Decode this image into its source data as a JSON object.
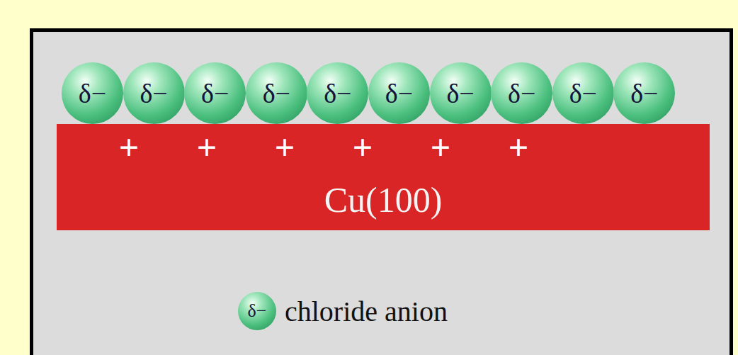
{
  "diagram": {
    "nodes": [
      {
        "text": [
          "δ−"
        ]
      },
      {
        "text": [
          "δ−"
        ]
      },
      {
        "text": [
          "δ−"
        ]
      },
      {
        "text": [
          "δ−"
        ]
      },
      {
        "text": [
          "δ−"
        ]
      },
      {
        "text": [
          "δ−"
        ]
      },
      {
        "text": [
          "δ−"
        ]
      },
      {
        "text": [
          "δ−"
        ]
      },
      {
        "text": [
          "δ−"
        ]
      },
      {
        "text": [
          "δ−"
        ]
      },
      {
        "text": [
          "Cu(100)"
        ]
      }
    ],
    "labels": [
      "+",
      "+",
      "+",
      "+",
      "+",
      "+",
      "δ−"
    ],
    "legend": [
      {
        "text": "chloride anion"
      }
    ]
  }
}
